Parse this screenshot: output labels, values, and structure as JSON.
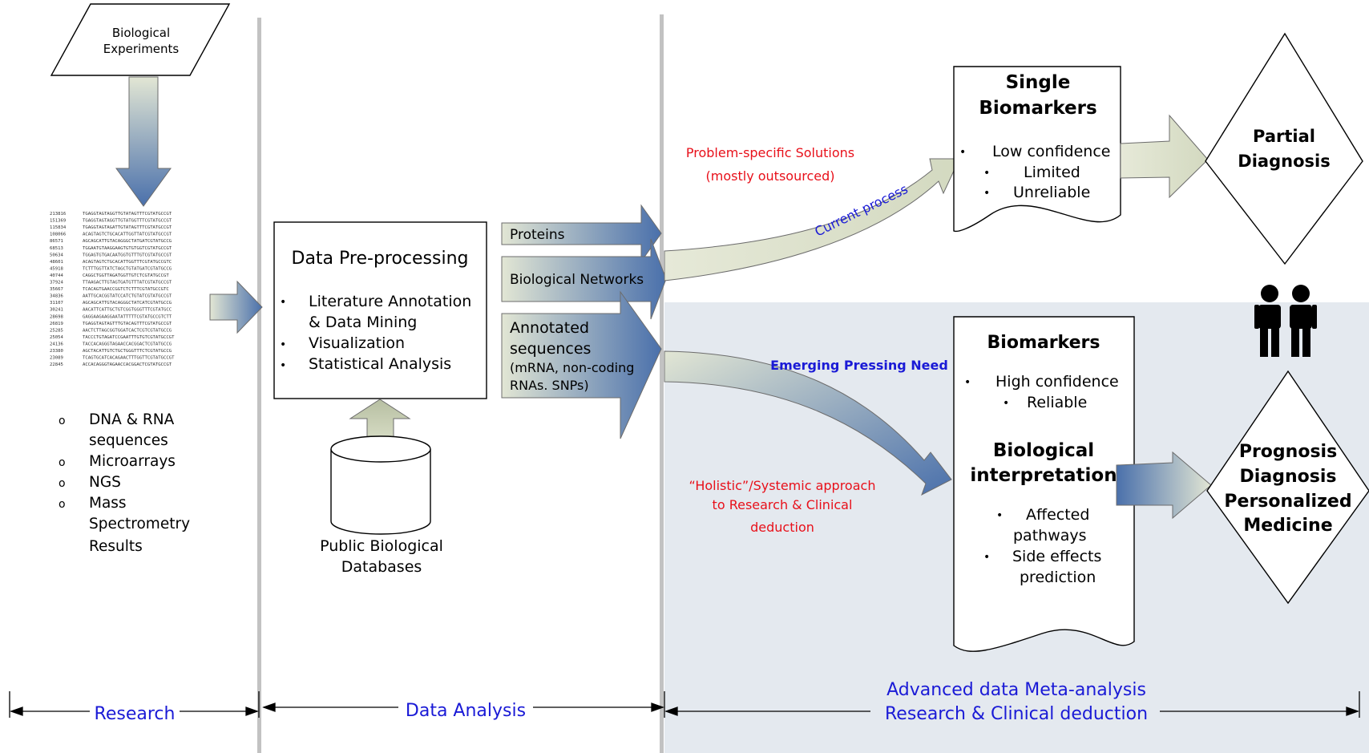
{
  "colors": {
    "arrow_light": "#dfe3cf",
    "arrow_dark": "#4c74ad",
    "meta_panel": "#e4e9ef",
    "separator": "#bdbdbd",
    "red_text": "#e8101a",
    "blue_text": "#1a1ad6"
  },
  "research": {
    "experiments_lines": [
      "Biological",
      "Experiments"
    ],
    "data_types": [
      "DNA & RNA",
      "sequences",
      "Microarrays",
      "NGS",
      "Mass",
      "Spectrometry",
      "Results"
    ],
    "sequences": [
      {
        "id": "213816",
        "seq": "TGAGGTAGTAGGTTGTATAGTTTCGTATGCCGT"
      },
      {
        "id": "151369",
        "seq": "TGAGGTAGTAGGTTGTATGGTTTCGTATGCCGT"
      },
      {
        "id": "115834",
        "seq": "TGAGGTAGTAGATTGTATAGTTTCGTATGCCGT"
      },
      {
        "id": "108066",
        "seq": "ACAGTAGTCTGCACATTGGTTATCGTATGCCGT"
      },
      {
        "id": "86571",
        "seq": "AGCAGCATTGTACAGGGCTATGATCGTATGCCG"
      },
      {
        "id": "68513",
        "seq": "TGGAATGTAAGGAAGTGTGTGGTCGTATGCCGT"
      },
      {
        "id": "50634",
        "seq": "TGGAGTGTGACAATGGTGTTTGTCGTATGCCGT"
      },
      {
        "id": "48601",
        "seq": "ACAGTAGTCTGCACATTGGTTTCGTATGCCGTC"
      },
      {
        "id": "45918",
        "seq": "TCTTTGGTTATCTAGCTGTATGATCGTATGCCG"
      },
      {
        "id": "40744",
        "seq": "CAGGCTGGTTAGATGGTTGTCTCGTATGCCGT"
      },
      {
        "id": "37924",
        "seq": "TTAAGACTTGTAGTGATGTTTATCGTATGCCGT"
      },
      {
        "id": "35667",
        "seq": "TCACAGTGAACCGGTCTCTTTCGTATGCCGTC"
      },
      {
        "id": "34836",
        "seq": "AATTGCACGGTATCCATCTGTATCGTATGCCGT"
      },
      {
        "id": "31107",
        "seq": "AGCAGCATTGTACAGGGCTATCATCGTATGCCG"
      },
      {
        "id": "30241",
        "seq": "AACATTCATTGCTGTCGGTGGGTTTCGTATGCC"
      },
      {
        "id": "28698",
        "seq": "GAGGAAGAAGGAATATTTTTCGTATGCCGTCTT"
      },
      {
        "id": "26819",
        "seq": "TGAGGTAGTAGTTTGTACAGTTTCGTATGCCGT"
      },
      {
        "id": "25285",
        "seq": "AACTCTTAGCGGTGGATCACTCGTCGTATGCCG"
      },
      {
        "id": "25054",
        "seq": "TACCCTGTAGATCCGAATTTGTGTCGTATGCCGT"
      },
      {
        "id": "24136",
        "seq": "TACCACAGGGTAGAACCACGGACTCGTATGCCG"
      },
      {
        "id": "23380",
        "seq": "AGCTACATTGTCTGCTGGGTTTCTCGTATGCCG"
      },
      {
        "id": "23089",
        "seq": "TCAGTGCATCACAGAACTTTGGTTCGTATGCCGT"
      },
      {
        "id": "22845",
        "seq": "ACCACAGGGTAGAACCACGGACTCGTATGCCGT"
      }
    ]
  },
  "analysis": {
    "preprocessing_title": "Data Pre-processing",
    "preprocessing_items": [
      "Literature Annotation",
      "& Data Mining",
      "Visualization",
      "Statistical Analysis"
    ],
    "databases_lines": [
      "Public Biological",
      "Databases"
    ],
    "outputs": {
      "proteins": "Proteins",
      "networks": "Biological Networks",
      "annotated_lines": [
        "Annotated",
        "sequences",
        "(mRNA, non-coding",
        "RNAs. SNPs)"
      ]
    }
  },
  "meta": {
    "problem_specific_lines": [
      "Problem-specific Solutions",
      "(mostly outsourced)"
    ],
    "current_process": "Current process",
    "emerging_need": "Emerging Pressing Need",
    "holistic_lines": [
      "“Holistic”/Systemic approach",
      "to Research & Clinical",
      "deduction"
    ],
    "single_biomarkers": {
      "title_lines": [
        "Single",
        "Biomarkers"
      ],
      "items": [
        "Low confidence",
        "Limited",
        "Unreliable"
      ]
    },
    "biomarkers": {
      "title": "Biomarkers",
      "items": [
        "High confidence",
        "Reliable"
      ],
      "interpretation_lines": [
        "Biological",
        "interpretation"
      ],
      "interp_items": [
        "Affected",
        "pathways",
        "Side effects",
        "prediction"
      ]
    },
    "partial_diagnosis_lines": [
      "Partial",
      "Diagnosis"
    ],
    "prognosis_lines": [
      "Prognosis",
      "Diagnosis",
      "Personalized",
      "Medicine"
    ]
  },
  "sections": {
    "research": "Research",
    "data_analysis": "Data Analysis",
    "meta_lines": [
      "Advanced data Meta-analysis",
      "Research & Clinical deduction"
    ]
  }
}
